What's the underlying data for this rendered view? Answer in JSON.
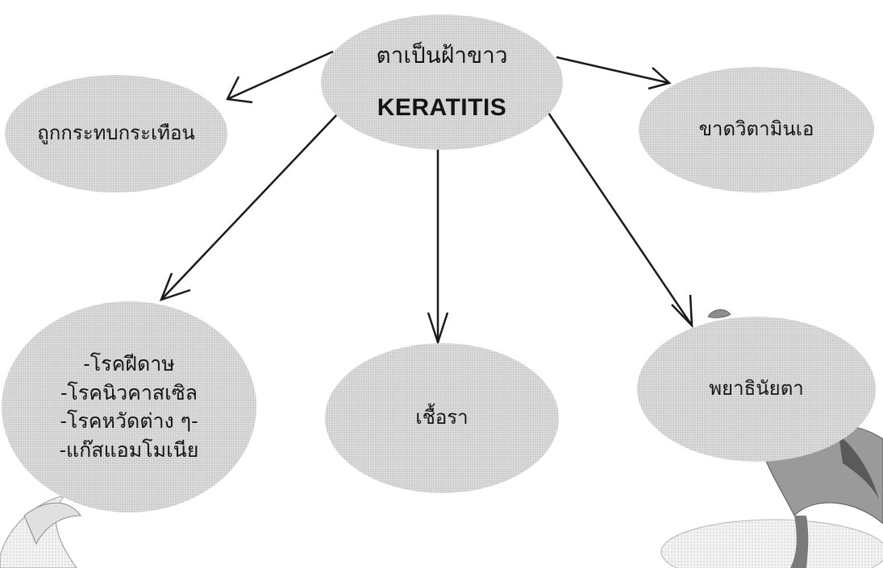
{
  "center": {
    "title": "ตาเป็นฝ้าขาว",
    "english": "KERATITIS"
  },
  "causes": {
    "trauma": "ถูกกระทบกระเทือน",
    "vitamin_a": "ขาดวิตามินเอ",
    "diseases": [
      "-โรคฝีดาษ",
      "-โรคนิวคาสเซิล",
      "-โรคหวัดต่าง ๆ-",
      "-แก๊สแอมโมเนีย"
    ],
    "fungus": "เชื้อรา",
    "parasite": "พยาธินัยตา"
  },
  "colors": {
    "ellipse_fill": "#c9c9c9",
    "arrow_stroke": "#1a1a1a",
    "text": "#141414"
  }
}
